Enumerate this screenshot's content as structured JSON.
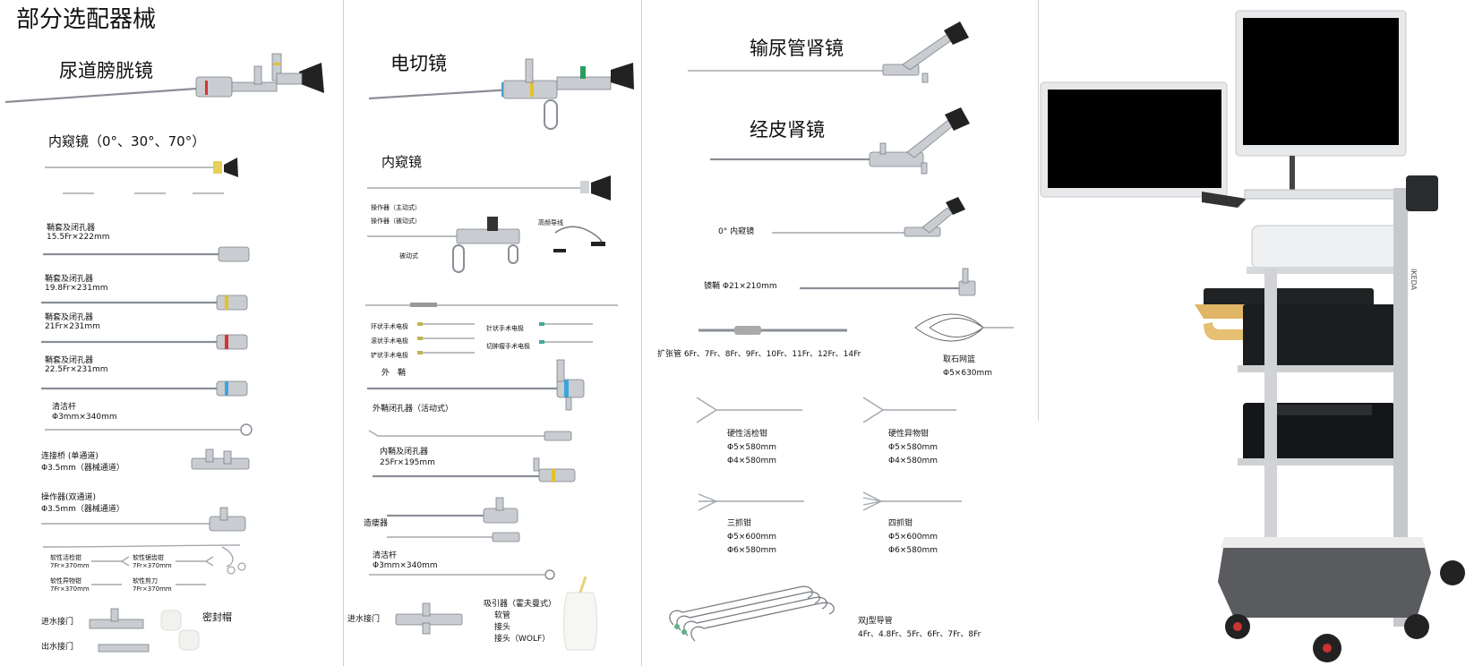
{
  "page_title": "部分选配器械",
  "col1": {
    "urethro": "尿道膀胱镜",
    "endoscope_angles": "内窥镜（0°、30°、70°）",
    "sheaths": [
      {
        "label": "鞘套及闭孔器",
        "size": "15.5Fr×222mm"
      },
      {
        "label": "鞘套及闭孔器",
        "size": "19.8Fr×231mm"
      },
      {
        "label": "鞘套及闭孔器",
        "size": "21Fr×231mm"
      },
      {
        "label": "鞘套及闭孔器",
        "size": "22.5Fr×231mm"
      }
    ],
    "cleaner_label": "清洁杆",
    "cleaner_size": "Φ3mm×340mm",
    "bridge_label": "连接桥 (单通道)",
    "bridge_size": "Φ3.5mm（器械通道）",
    "operator_label": "操作器(双通道)",
    "operator_size": "Φ3.5mm（器械通道）",
    "small_tools": [
      {
        "name": "软性活检钳",
        "size": "7Fr×370mm"
      },
      {
        "name": "软性锯齿钳",
        "size": "7Fr×370mm"
      },
      {
        "name": "软性异物钳",
        "size": "7Fr×370mm"
      },
      {
        "name": "软性剪刀",
        "size": "7Fr×370mm"
      }
    ],
    "inlet_valve": "进水接门",
    "outlet_valve": "出水接门",
    "seal_cap": "密封帽"
  },
  "col2": {
    "resecto": "电切镜",
    "endoscope": "内窥镜",
    "op_active": "操作器（主动式）",
    "op_passive": "操作器（被动式）",
    "hf_cable": "高频导线",
    "passive": "被动式",
    "electrodes": [
      "环状手术电极",
      "滚状手术电极",
      "铲状手术电极",
      "针状手术电极",
      "切肿瘤手术电极"
    ],
    "outer_sheath": "外　鞘",
    "outer_obturator": "外鞘闭孔器（活动式）",
    "inner_label": "内鞘及闭孔器",
    "inner_size": "25Fr×195mm",
    "fistula": "造瘘器",
    "cleaner_label": "清洁杆",
    "cleaner_size": "Φ3mm×340mm",
    "inlet_valve": "进水接门",
    "suction": [
      "吸引器（霍夫曼式）",
      "软管",
      "接头",
      "接头（WOLF）"
    ]
  },
  "col3": {
    "uretero": "输尿管肾镜",
    "percutaneous": "经皮肾镜",
    "zero_scope": "0° 内窥镜",
    "sheath": "镜鞘 Φ21×210mm",
    "dilator": "扩张管 6Fr、7Fr、8Fr、9Fr、10Fr、11Fr、12Fr、14Fr",
    "basket_label": "取石网篮",
    "basket_size": "Φ5×630mm",
    "rigid_biopsy": {
      "name": "硬性活检钳",
      "s1": "Φ5×580mm",
      "s2": "Φ4×580mm"
    },
    "rigid_foreign": {
      "name": "硬性异物钳",
      "s1": "Φ5×580mm",
      "s2": "Φ4×580mm"
    },
    "three_claw": {
      "name": "三抓钳",
      "s1": "Φ5×600mm",
      "s2": "Φ6×580mm"
    },
    "four_claw": {
      "name": "四抓钳",
      "s1": "Φ5×600mm",
      "s2": "Φ6×580mm"
    },
    "dj_label": "双J型导管",
    "dj_sizes": "4Fr、4.8Fr、5Fr、6Fr、7Fr、8Fr"
  },
  "col4": {
    "brand": "IKEDA"
  }
}
